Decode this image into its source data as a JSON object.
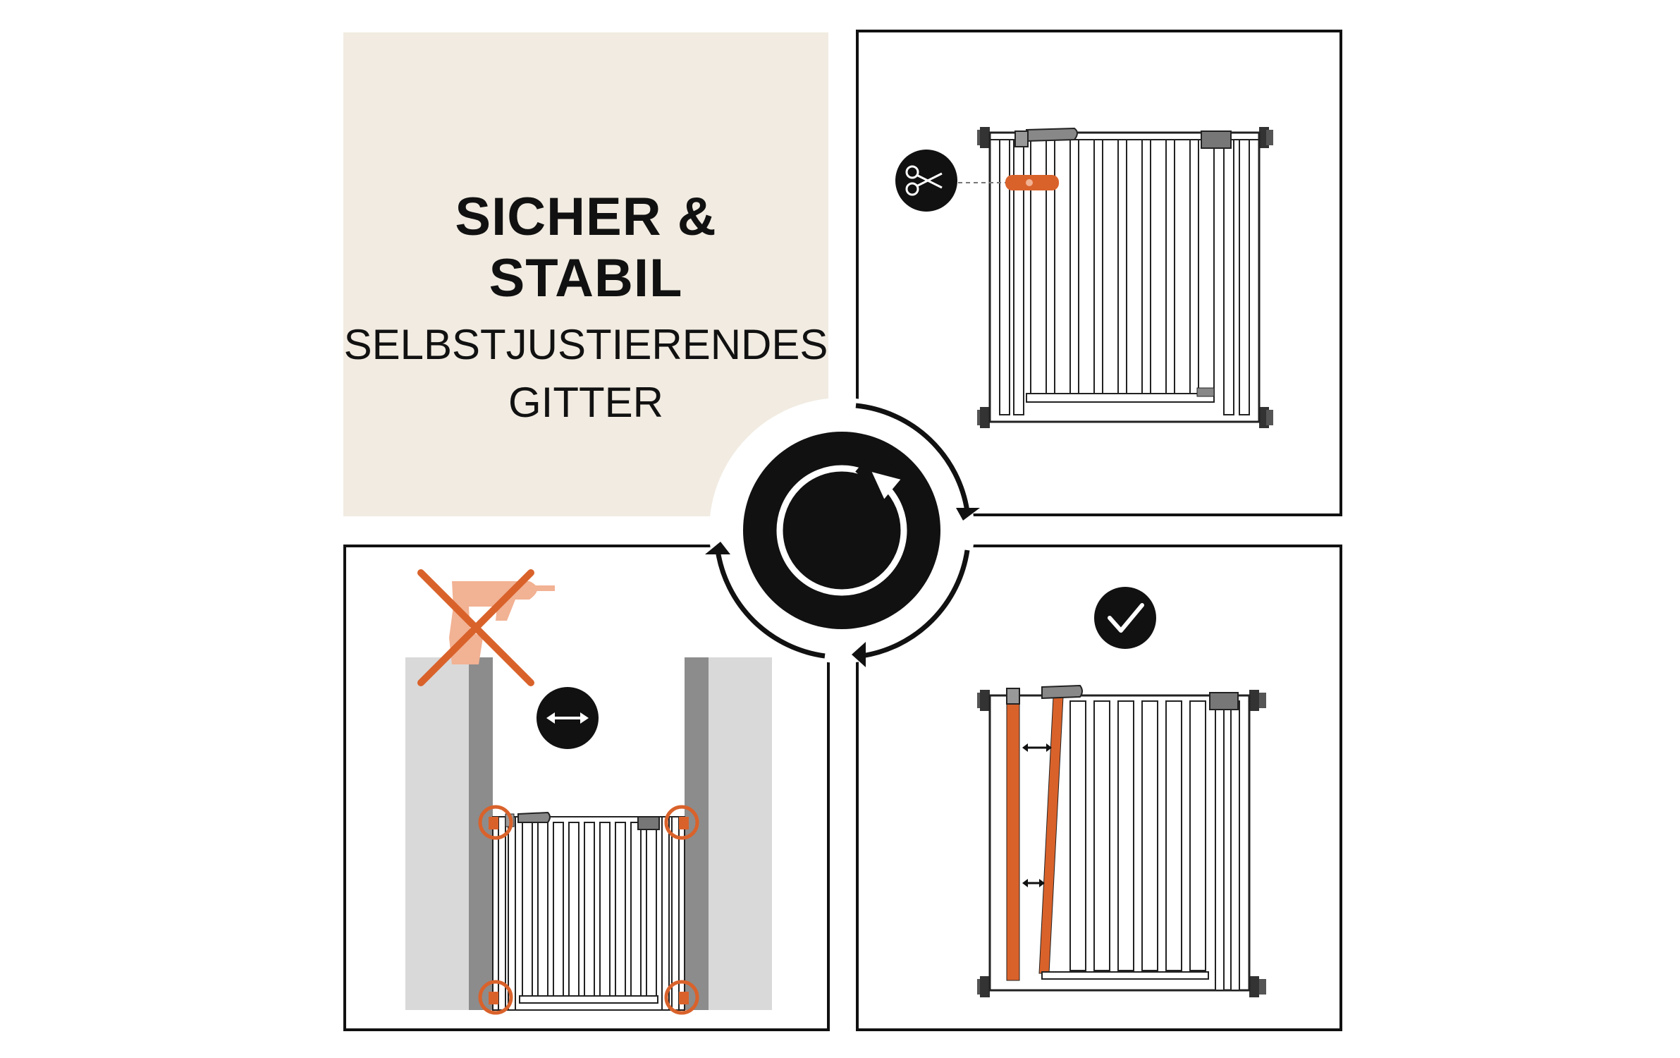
{
  "title": {
    "line1": "SICHER &",
    "line2": "STABIL",
    "subtitle_line1": "SELBSTJUSTIERENDES",
    "subtitle_line2": "GITTER"
  },
  "icons": {
    "top_right": "scissors-icon",
    "bottom_left_warning": "no-drill-icon",
    "bottom_left_direction": "double-arrow-icon",
    "bottom_right": "checkmark-icon",
    "center": "rotate-cycle-icon"
  },
  "colors": {
    "background": "#ffffff",
    "title_panel": "#f1ebe1",
    "accent_orange": "#d9622b",
    "light_orange": "#f2b294",
    "wall_gray": "#d9d9d9",
    "dark_gray": "#8c8c8c",
    "ink": "#111111"
  }
}
